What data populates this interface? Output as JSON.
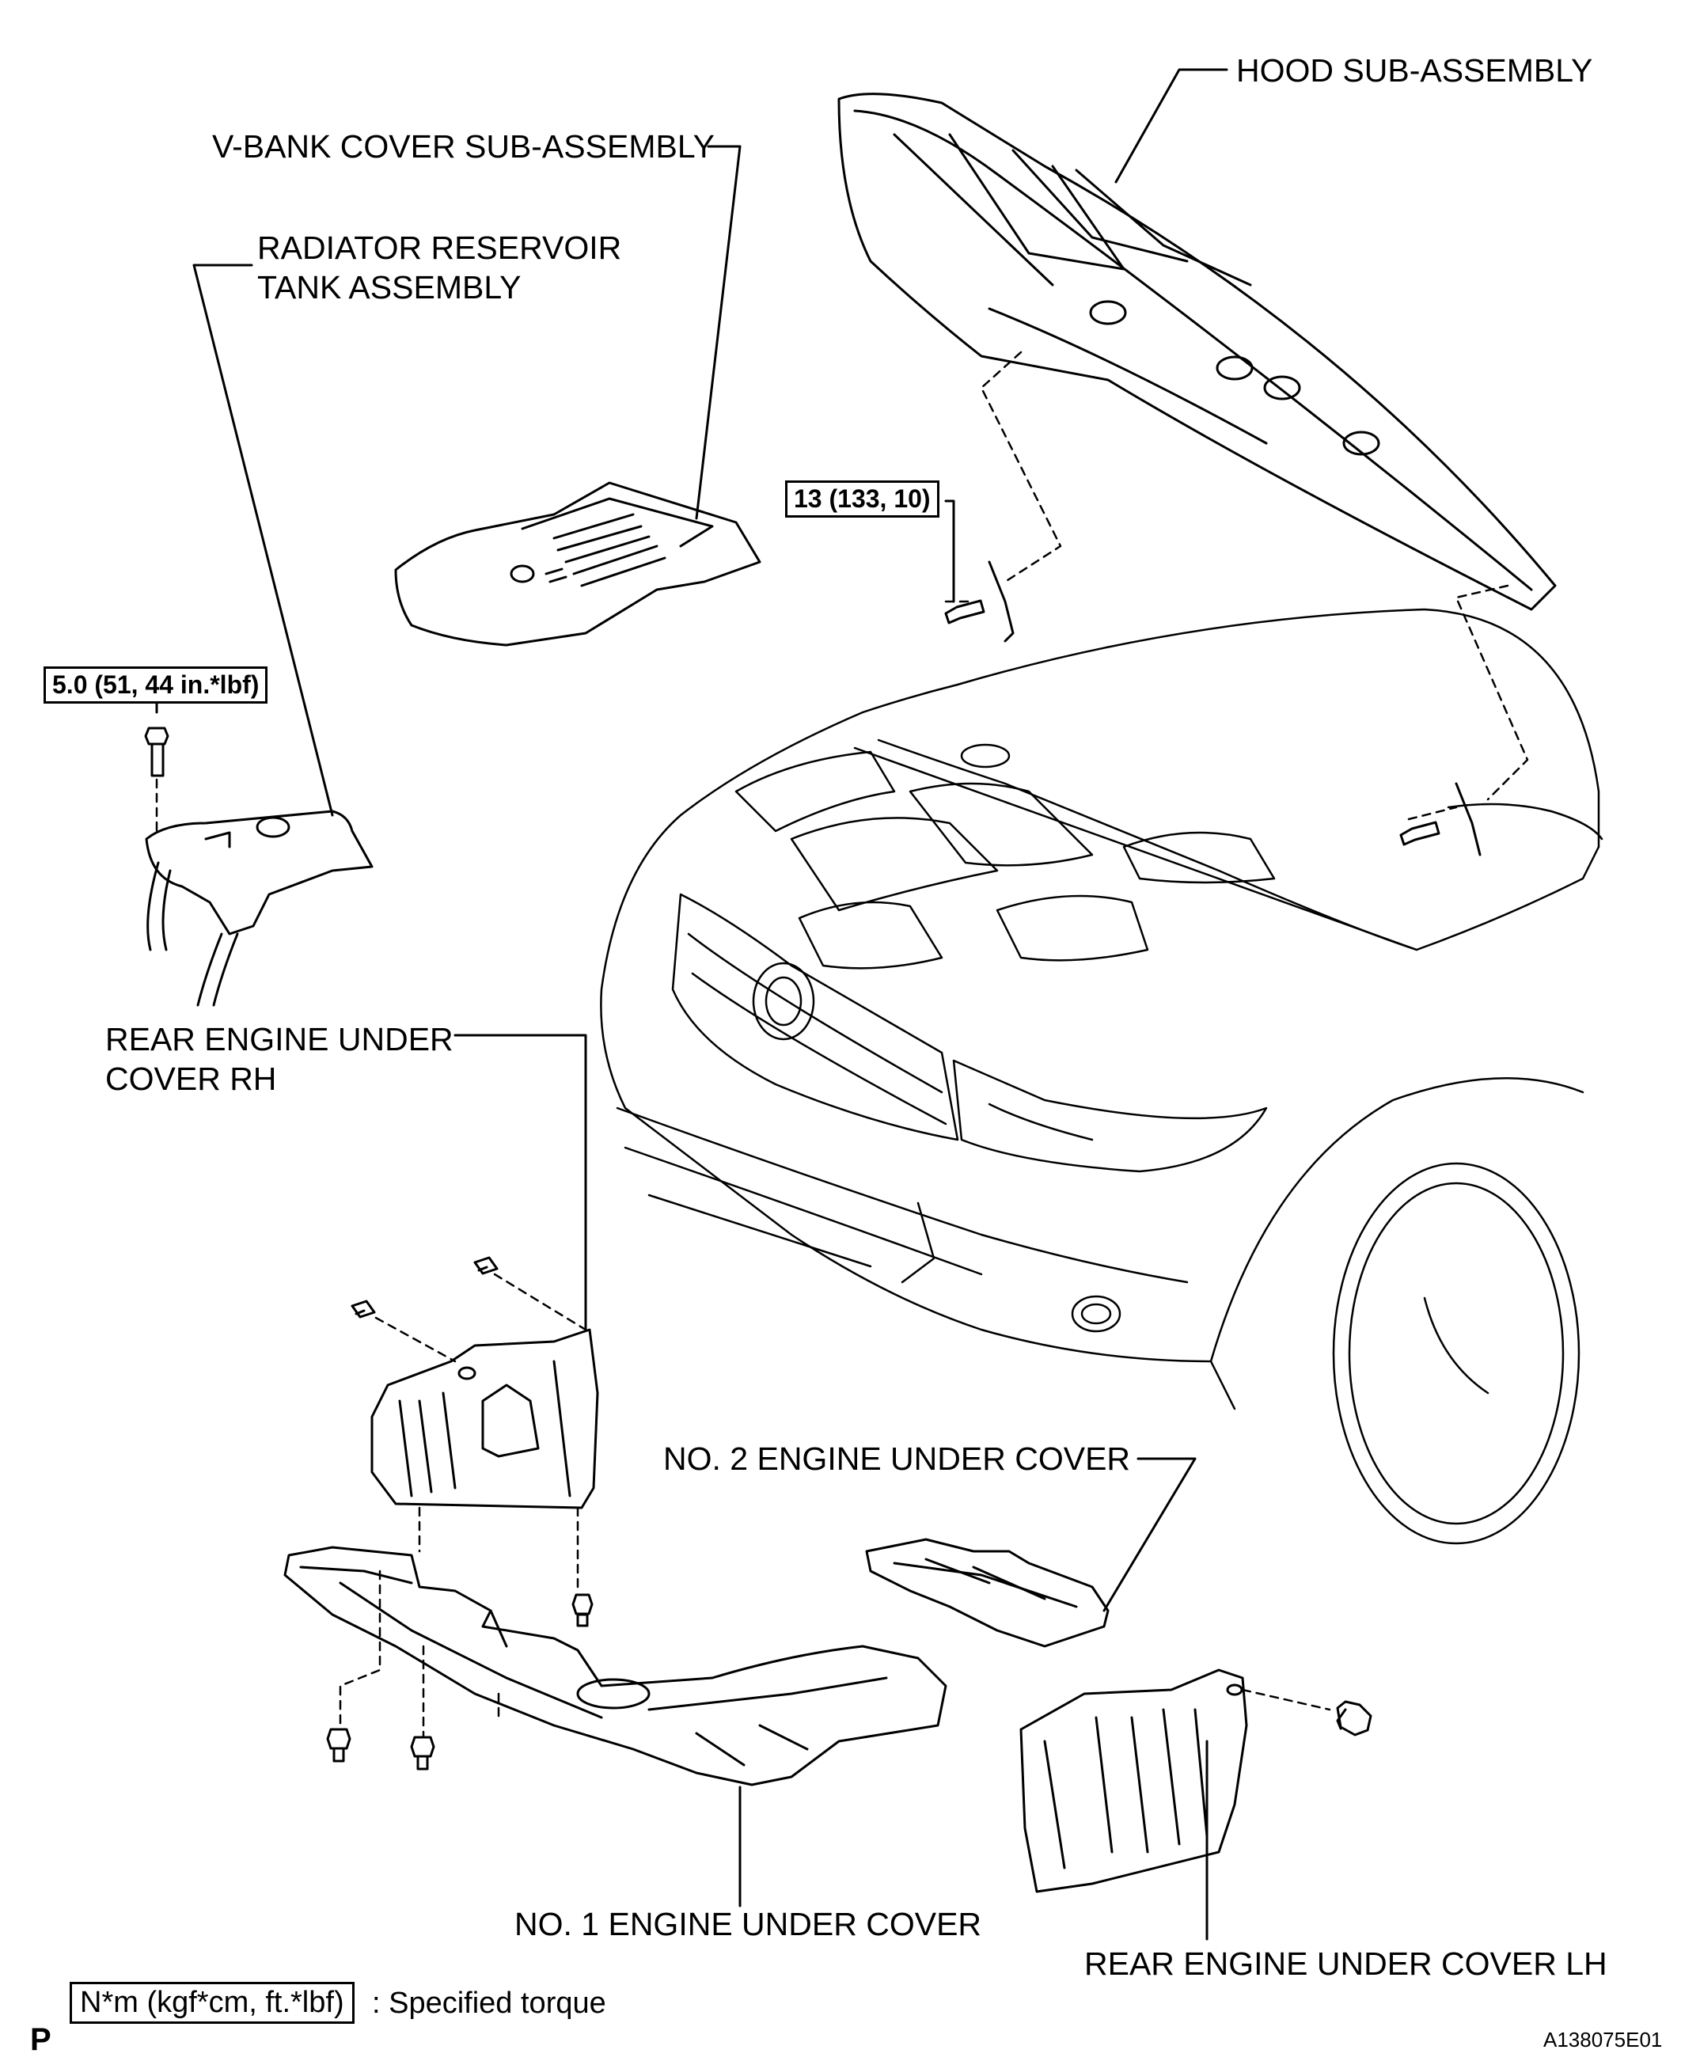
{
  "labels": {
    "hood": "HOOD SUB-ASSEMBLY",
    "vbank": "V-BANK COVER SUB-ASSEMBLY",
    "radiator_line1": "RADIATOR RESERVOIR",
    "radiator_line2": "TANK ASSEMBLY",
    "rear_rh_line1": "REAR ENGINE UNDER",
    "rear_rh_line2": "COVER RH",
    "no2": "NO. 2 ENGINE UNDER COVER",
    "no1": "NO. 1 ENGINE UNDER COVER",
    "rear_lh": "REAR ENGINE UNDER COVER LH"
  },
  "torque": {
    "hood_bolt": "13 (133, 10)",
    "reservoir_bolt": "5.0 (51, 44 in.*lbf)"
  },
  "legend": {
    "box": "N*m (kgf*cm, ft.*lbf)",
    "text": ": Specified torque"
  },
  "footer": {
    "left": "P",
    "right": "A138075E01"
  }
}
